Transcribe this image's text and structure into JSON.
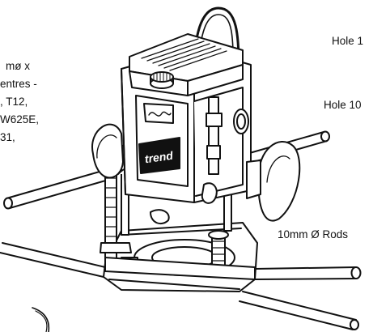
{
  "left_text": [
    "mø x",
    "entres -",
    ", T12,",
    "W625E,",
    "31,"
  ],
  "labels": {
    "hole_top": "Hole 1",
    "hole_mid": "Hole 10",
    "rods": "10mm Ø Rods"
  },
  "logo_text": "trend"
}
